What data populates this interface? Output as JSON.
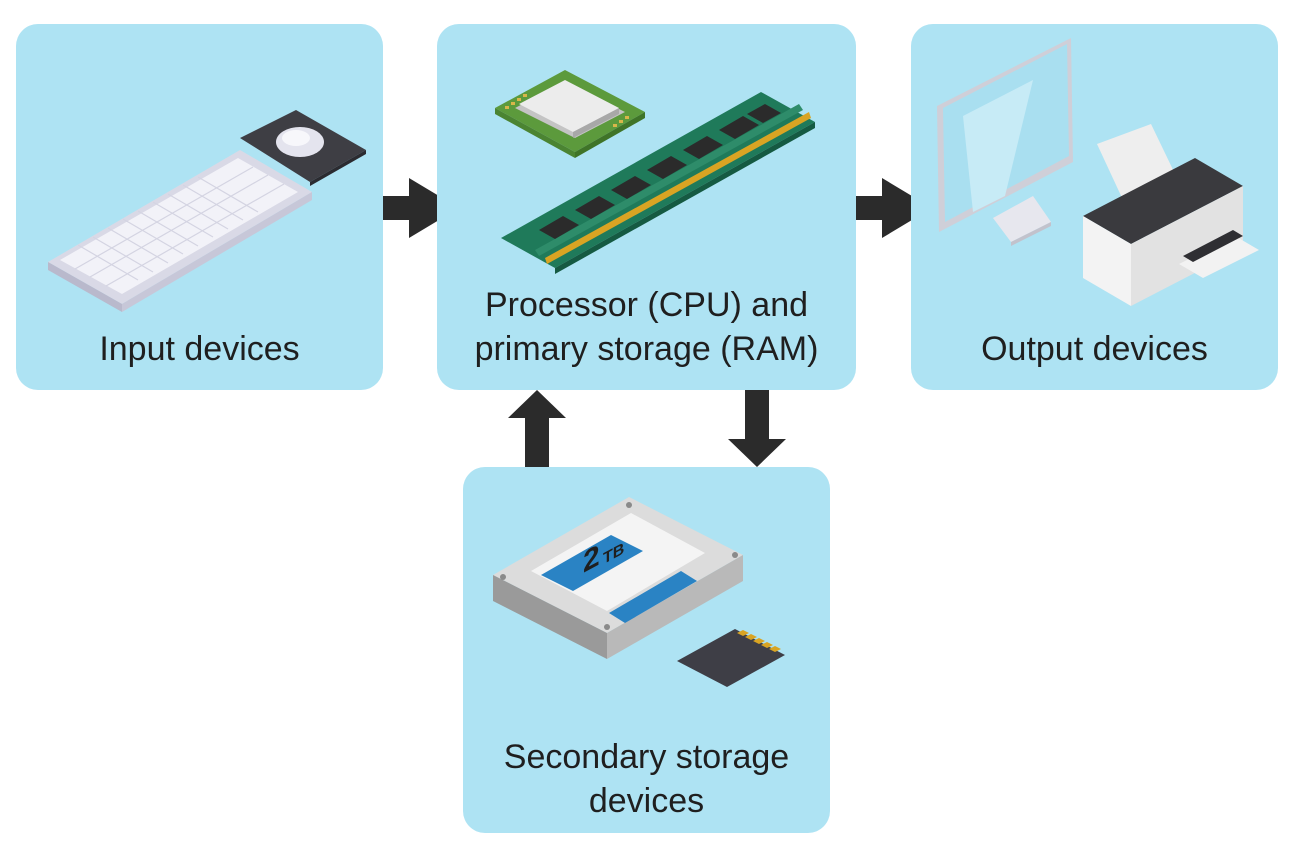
{
  "diagram": {
    "nodes": {
      "input": {
        "label": "Input devices"
      },
      "cpu": {
        "label_line1": "Processor (CPU) and",
        "label_line2": "primary storage (RAM)"
      },
      "output": {
        "label": "Output devices"
      },
      "secondary": {
        "label_line1": "Secondary storage",
        "label_line2": "devices"
      }
    },
    "edges": [
      {
        "from": "input",
        "to": "cpu"
      },
      {
        "from": "cpu",
        "to": "output"
      },
      {
        "from": "cpu",
        "to": "secondary"
      },
      {
        "from": "secondary",
        "to": "cpu"
      }
    ],
    "hard_drive_capacity": "2",
    "hard_drive_unit": "TB"
  },
  "colors": {
    "box_fill": "#aee3f3",
    "arrow": "#2b2b2b",
    "text": "#1f1f1f"
  },
  "icons": [
    "keyboard-icon",
    "mouse-icon",
    "cpu-chip-icon",
    "ram-module-icon",
    "monitor-icon",
    "printer-icon",
    "hard-drive-icon",
    "sd-card-icon"
  ]
}
